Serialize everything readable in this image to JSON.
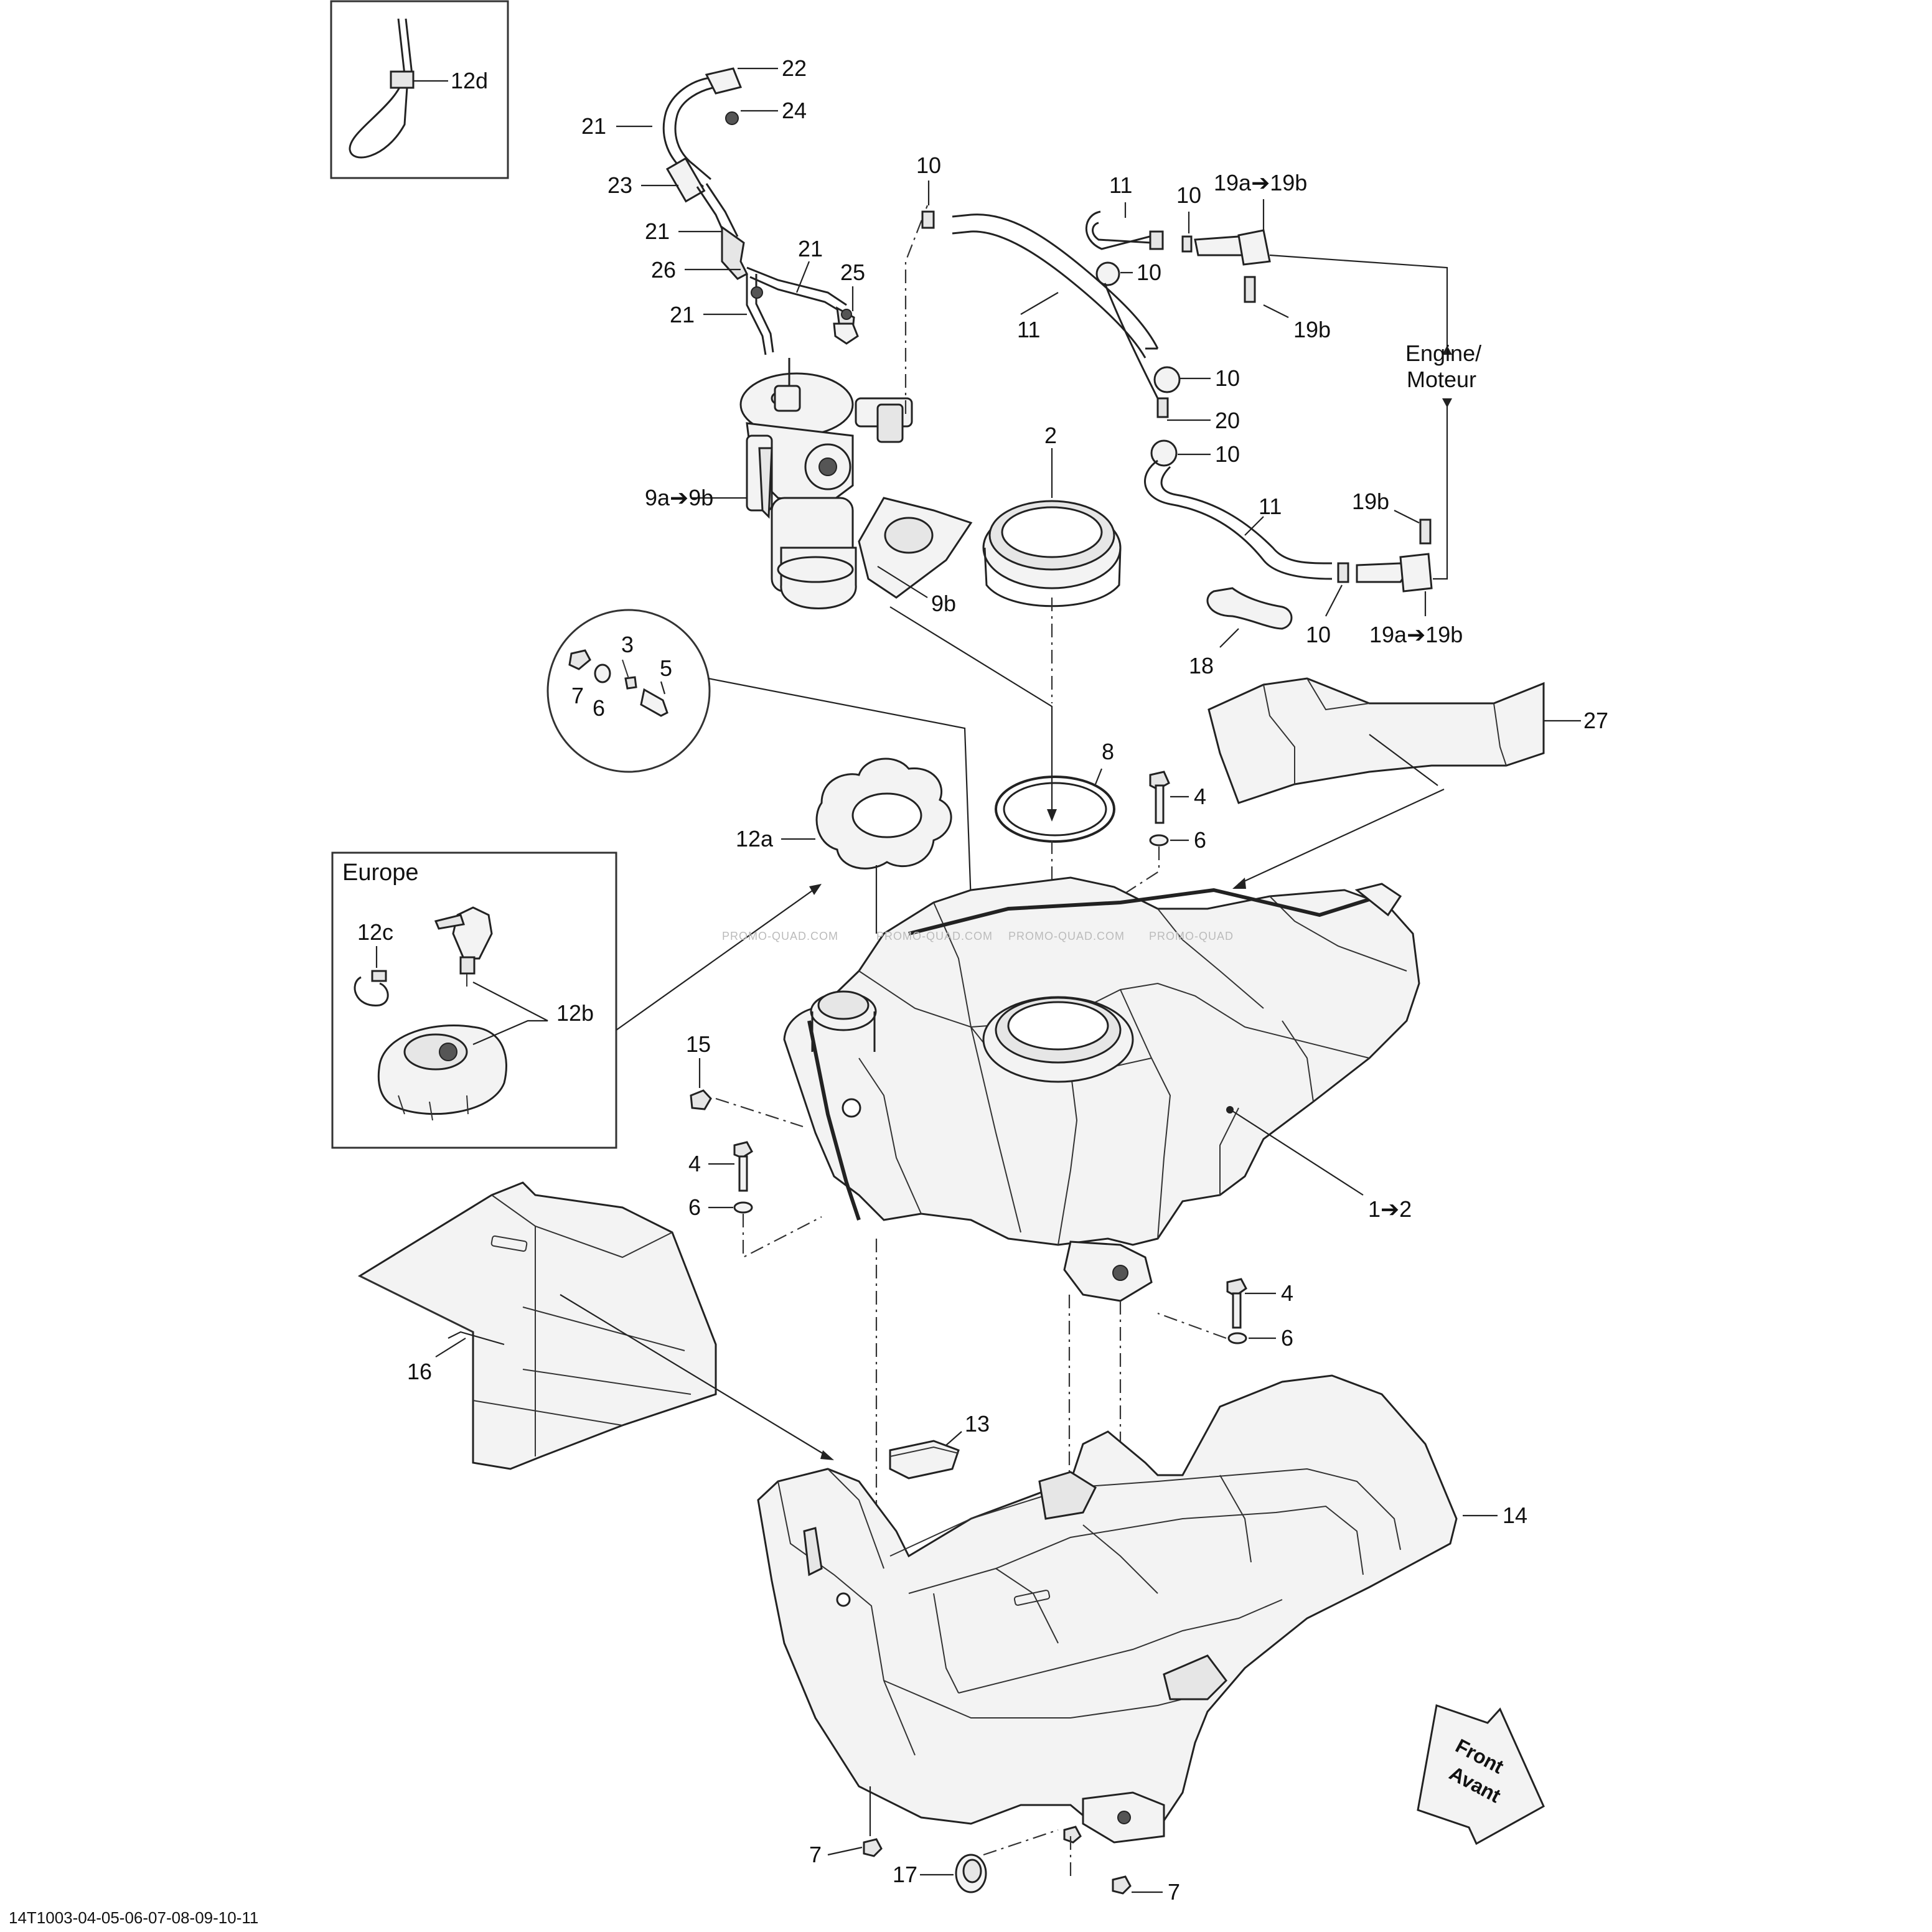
{
  "colors": {
    "line": "#222222",
    "fill": "#f3f3f3",
    "watermark": "#bbbbbb"
  },
  "labels": {
    "l12d": "12d",
    "l22": "22",
    "l24": "24",
    "l21": "21",
    "l23": "23",
    "l26": "26",
    "l25": "25",
    "l10": "10",
    "l11": "11",
    "l19a19b": "19a➔19b",
    "l19b": "19b",
    "engine": "Engine/",
    "moteur": "Moteur",
    "l20": "20",
    "l2": "2",
    "l9a9b": "9a➔9b",
    "l9b": "9b",
    "l18": "18",
    "l3": "3",
    "l5": "5",
    "l7": "7",
    "l6": "6",
    "l27": "27",
    "l8": "8",
    "l4": "4",
    "l12a": "12a",
    "europe": "Europe",
    "l12c": "12c",
    "l12b": "12b",
    "l15": "15",
    "l12": "1➔2",
    "l16": "16",
    "l13": "13",
    "l14": "14",
    "l17": "17",
    "front": "Front",
    "avant": "Avant"
  },
  "watermarks": [
    "PROMO-QUAD.COM",
    "PROMO-QUAD.COM",
    "PROMO-QUAD.COM",
    "PROMO-QUAD"
  ],
  "reference_code": "14T1003-04-05-06-07-08-09-10-11"
}
